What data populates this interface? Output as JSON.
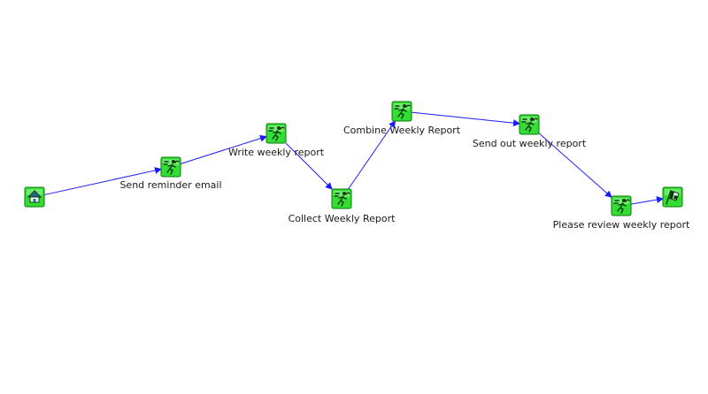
{
  "nodes": [
    {
      "id": "start",
      "kind": "start",
      "icon": "house-icon",
      "label": ""
    },
    {
      "id": "n1",
      "kind": "task",
      "icon": "runner-icon",
      "label": "Send reminder email"
    },
    {
      "id": "n2",
      "kind": "task",
      "icon": "runner-icon",
      "label": "Write weekly report"
    },
    {
      "id": "n3",
      "kind": "task",
      "icon": "runner-icon",
      "label": "Collect Weekly Report"
    },
    {
      "id": "n4",
      "kind": "task",
      "icon": "runner-icon",
      "label": "Combine Weekly Report"
    },
    {
      "id": "n5",
      "kind": "task",
      "icon": "runner-icon",
      "label": "Send out weekly report"
    },
    {
      "id": "n6",
      "kind": "task",
      "icon": "runner-icon",
      "label": "Please review weekly report"
    },
    {
      "id": "end",
      "kind": "end",
      "icon": "checkered-flag-icon",
      "label": ""
    }
  ],
  "edges": [
    [
      "start",
      "n1"
    ],
    [
      "n1",
      "n2"
    ],
    [
      "n2",
      "n3"
    ],
    [
      "n3",
      "n4"
    ],
    [
      "n4",
      "n5"
    ],
    [
      "n5",
      "n6"
    ],
    [
      "n6",
      "end"
    ]
  ],
  "colors": {
    "node_fill": "#33dd33",
    "node_border": "#0a7a0a",
    "edge": "#1a1aff",
    "background": "#ffffff"
  }
}
